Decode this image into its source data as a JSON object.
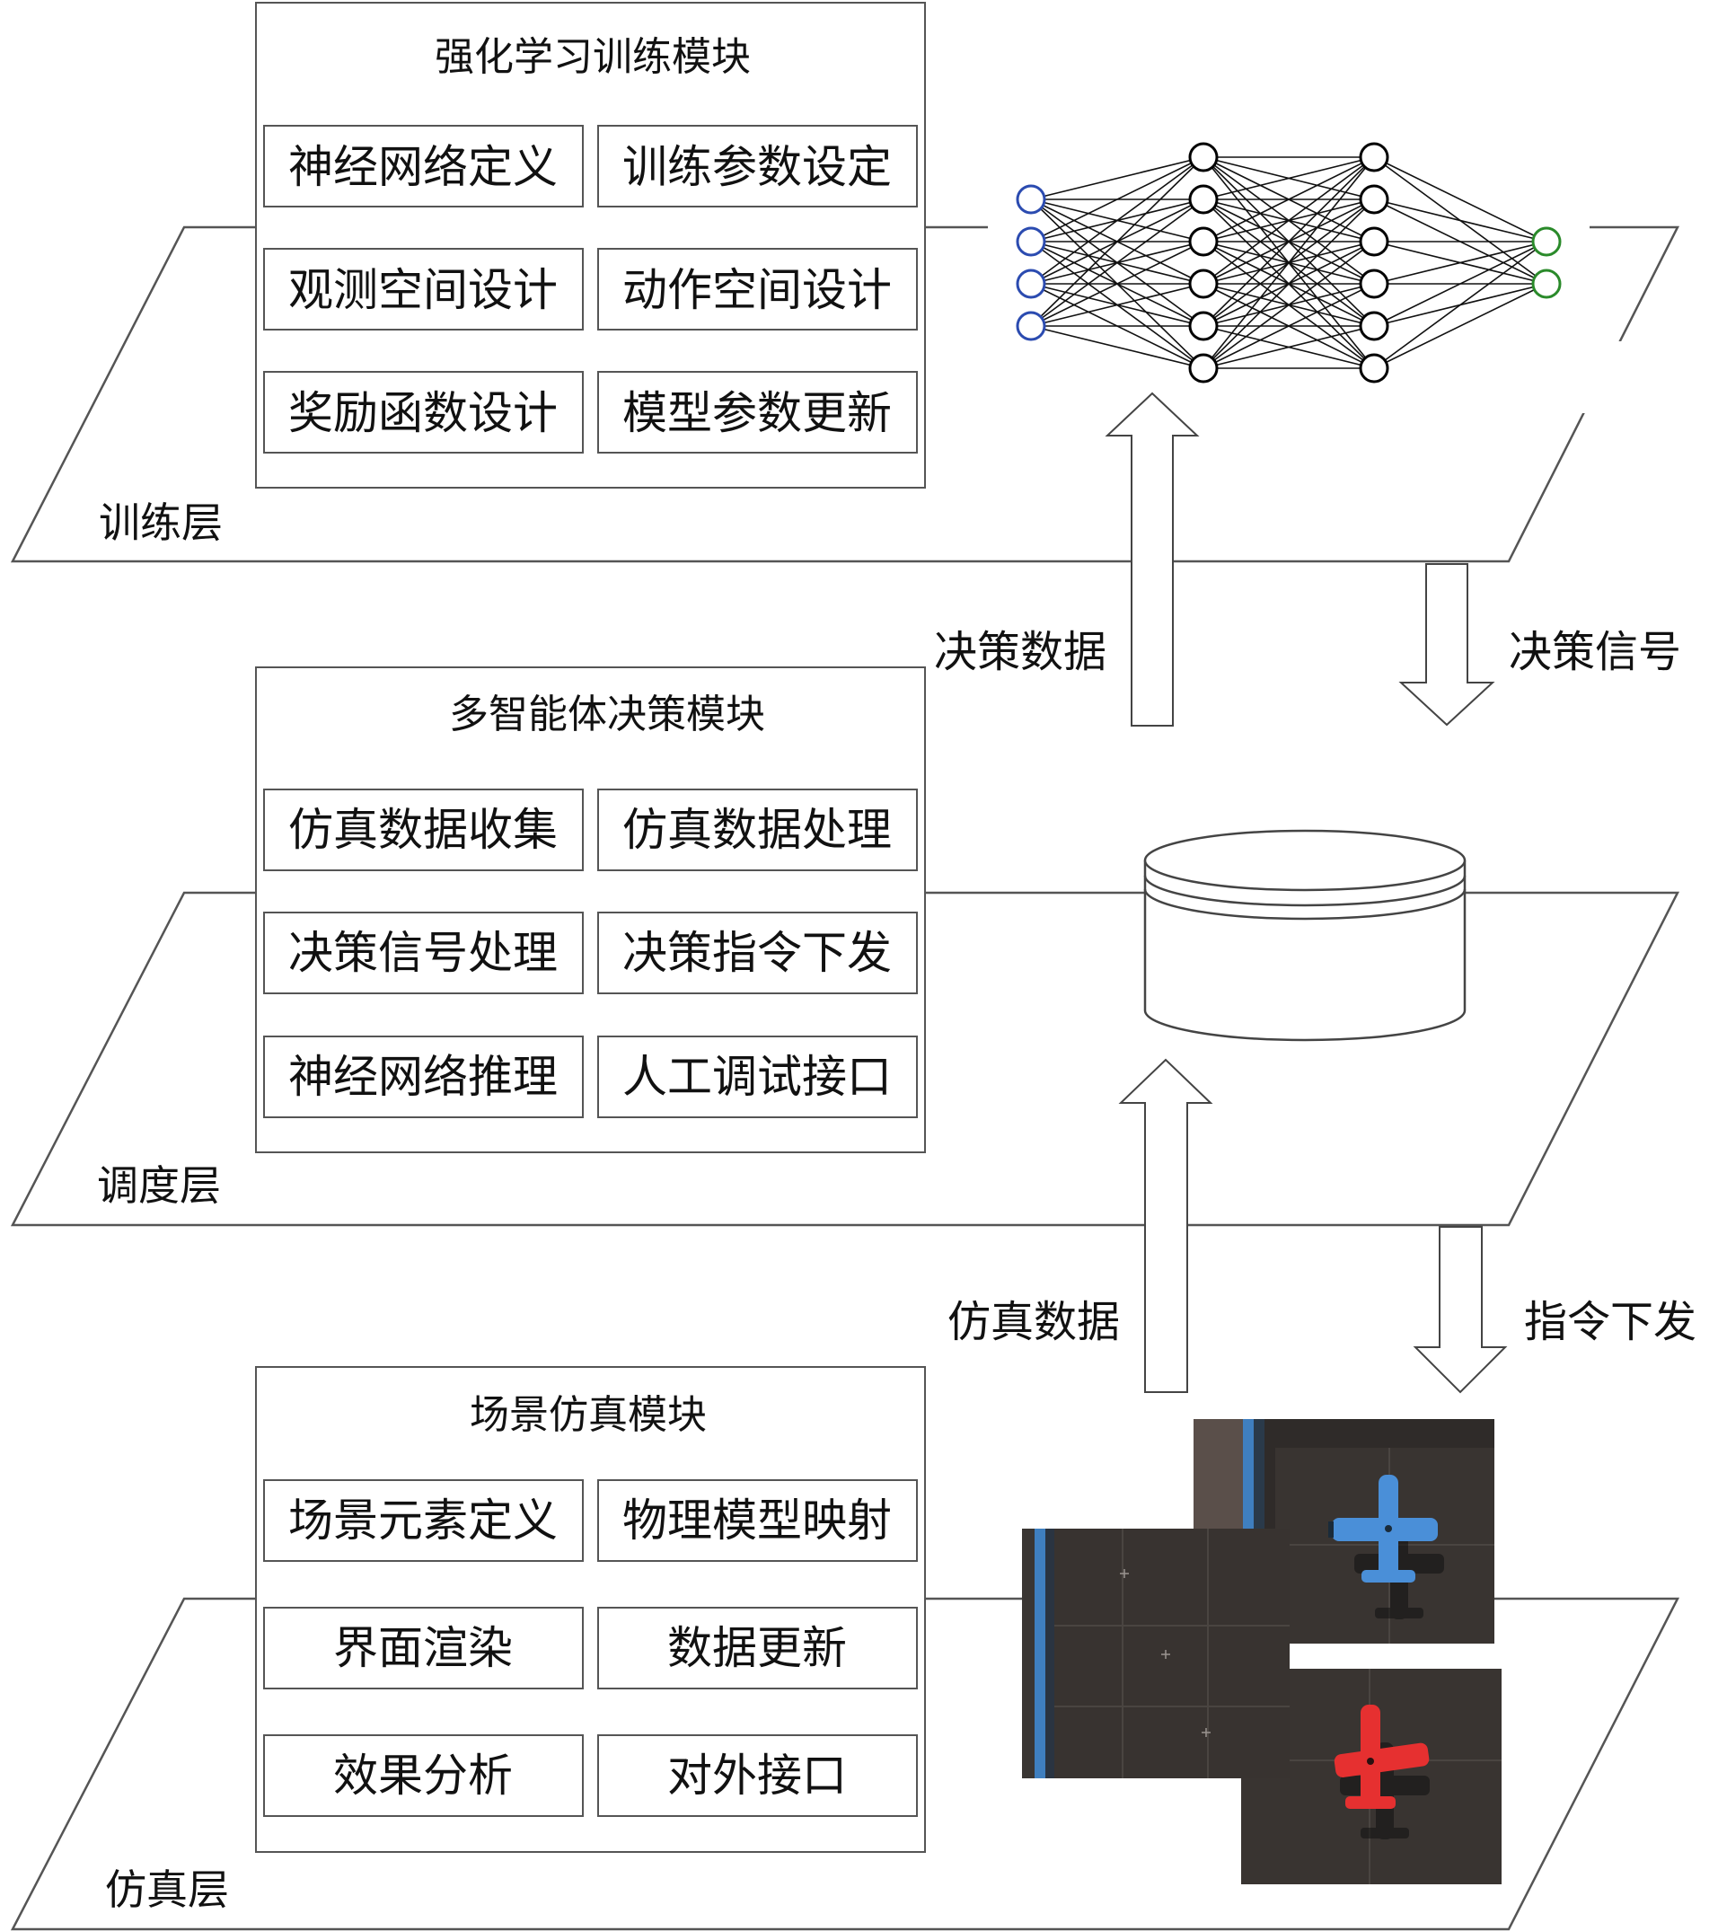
{
  "training_layer": {
    "label": "训练层",
    "module_title": "强化学习训练模块",
    "items": [
      "神经网络定义",
      "训练参数设定",
      "观测空间设计",
      "动作空间设计",
      "奖励函数设计",
      "模型参数更新"
    ]
  },
  "scheduling_layer": {
    "label": "调度层",
    "module_title": "多智能体决策模块",
    "items": [
      "仿真数据收集",
      "仿真数据处理",
      "决策信号处理",
      "决策指令下发",
      "神经网络推理",
      "人工调试接口"
    ]
  },
  "simulation_layer": {
    "label": "仿真层",
    "module_title": "场景仿真模块",
    "items": [
      "场景元素定义",
      "物理模型映射",
      "界面渲染",
      "数据更新",
      "效果分析",
      "对外接口"
    ]
  },
  "arrows": {
    "decision_data": "决策数据",
    "decision_signal": "决策信号",
    "sim_data": "仿真数据",
    "command_issue": "指令下发"
  },
  "neural_network": {
    "layers": [
      4,
      6,
      6,
      2
    ],
    "input_color": "#2b4bb0",
    "hidden_color": "#000000",
    "output_color": "#2a8a2a"
  },
  "sim_screens": {
    "blue_plane": "blue-plane-icon",
    "red_plane": "red-plane-icon",
    "blue_color": "#4a8fd8",
    "red_color": "#e63030"
  }
}
